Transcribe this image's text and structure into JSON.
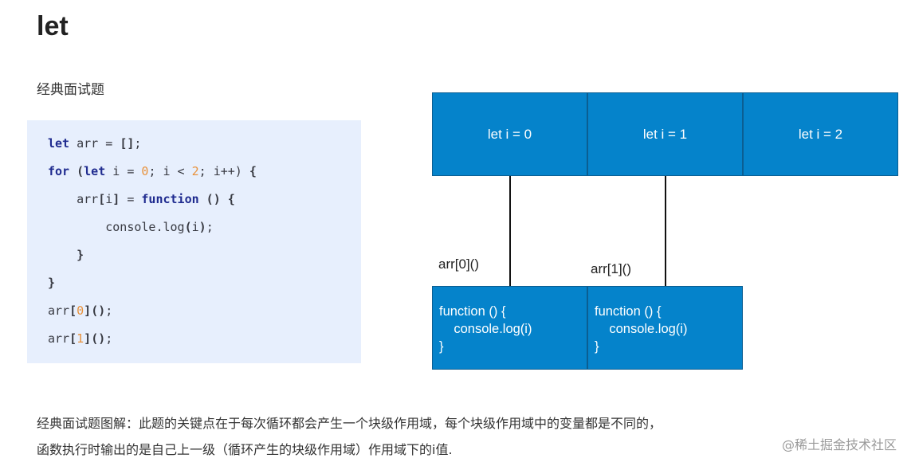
{
  "title": "let",
  "subtitle": "经典面试题",
  "code": {
    "line1": {
      "kw": "let",
      "rest": " arr = ",
      "br": "[]",
      "semi": ";"
    },
    "line2": {
      "kw1": "for",
      "p1": " (",
      "kw2": "let",
      "a": " i = ",
      "n1": "0",
      "b": "; i < ",
      "n2": "2",
      "c": "; i++) ",
      "brace": "{"
    },
    "line3": {
      "a": "    arr",
      "b1": "[",
      "i": "i",
      "b2": "]",
      "eq": " = ",
      "kw": "function",
      "p": " () ",
      "brace": "{"
    },
    "line4": {
      "a": "        console.log",
      "p1": "(",
      "i": "i",
      "p2": ")",
      "semi": ";"
    },
    "line5": {
      "brace": "    }"
    },
    "line6": {
      "brace": "}"
    },
    "line7": {
      "a": "arr",
      "b1": "[",
      "n": "0",
      "b2": "]",
      "p": "()",
      "semi": ";"
    },
    "line8": {
      "a": "arr",
      "b1": "[",
      "n": "1",
      "b2": "]",
      "p": "()",
      "semi": ";"
    }
  },
  "diagram": {
    "scopes": [
      "let i = 0",
      "let i = 1",
      "let i = 2"
    ],
    "calls": [
      "arr[0]()",
      "arr[1]()"
    ],
    "functions": [
      {
        "l1": "function () {",
        "l2": "    console.log(i)",
        "l3": "}"
      },
      {
        "l1": "function () {",
        "l2": "    console.log(i)",
        "l3": "}"
      }
    ]
  },
  "description": {
    "line1": "经典面试题图解：此题的关键点在于每次循环都会产生一个块级作用域，每个块级作用域中的变量都是不同的，",
    "line2": "函数执行时输出的是自己上一级（循环产生的块级作用域）作用域下的i值."
  },
  "watermark": "@稀土掘金技术社区"
}
